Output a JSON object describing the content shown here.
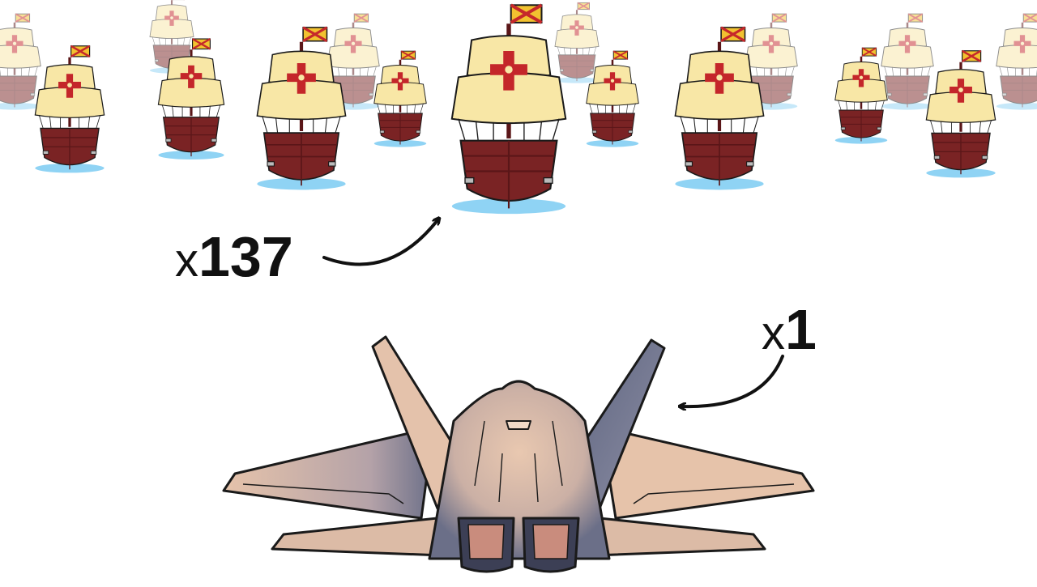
{
  "fleet_label": {
    "prefix": "x",
    "count": "137"
  },
  "jet_label": {
    "prefix": "x",
    "count": "1"
  },
  "colors": {
    "sail": "#f8e7a6",
    "sail_shade": "#e8cf7c",
    "hull": "#7a2324",
    "hull_dark": "#5a1618",
    "cross": "#c4262a",
    "flag_red": "#c6282b",
    "flag_yellow": "#f2c230",
    "water": "#8fd3f4",
    "jet_body": "#e9c8b0",
    "jet_shade": "#5e6580",
    "outline": "#1a1a1a"
  },
  "icons": [
    "caravel-ship",
    "fighter-jet",
    "arrow"
  ]
}
